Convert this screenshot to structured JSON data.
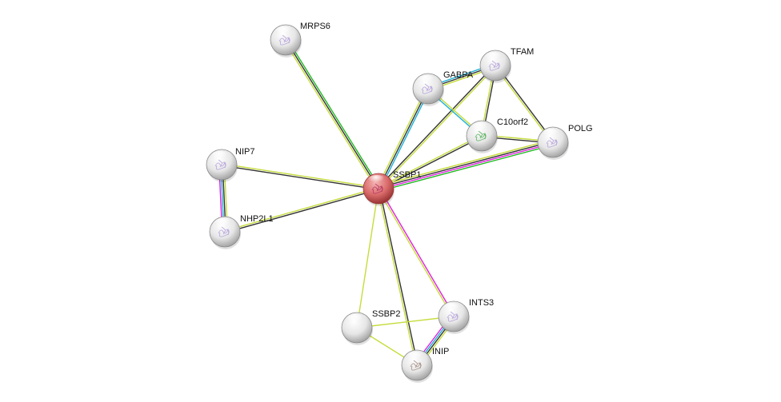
{
  "diagram": {
    "type": "protein-interaction-network",
    "query_node": "SSBP1",
    "nodes": [
      {
        "id": "SSBP1",
        "label": "SSBP1",
        "query": true,
        "structure_color": "#b03060"
      },
      {
        "id": "MRPS6",
        "label": "MRPS6",
        "query": false,
        "structure_color": "#b39ddb"
      },
      {
        "id": "GABPA",
        "label": "GABPA",
        "query": false,
        "structure_color": "#b39ddb"
      },
      {
        "id": "TFAM",
        "label": "TFAM",
        "query": false,
        "structure_color": "#b39ddb"
      },
      {
        "id": "C10orf2",
        "label": "C10orf2",
        "query": false,
        "structure_color": "#4caf50"
      },
      {
        "id": "POLG",
        "label": "POLG",
        "query": false,
        "structure_color": "#b39ddb"
      },
      {
        "id": "NIP7",
        "label": "NIP7",
        "query": false,
        "structure_color": "#b39ddb"
      },
      {
        "id": "NHP2L1",
        "label": "NHP2L1",
        "query": false,
        "structure_color": "#b39ddb"
      },
      {
        "id": "SSBP2",
        "label": "SSBP2",
        "query": false,
        "structure_color": null
      },
      {
        "id": "INTS3",
        "label": "INTS3",
        "query": false,
        "structure_color": "#b39ddb"
      },
      {
        "id": "INIP",
        "label": "INIP",
        "query": false,
        "structure_color": "#a1887f"
      }
    ],
    "evidence_colors": {
      "textmining": "#c6dc3c",
      "coexpression": "#333333",
      "database": "#1fb1d6",
      "experiments": "#e020e0",
      "neighborhood": "#22bb22"
    },
    "edges": [
      {
        "source": "SSBP1",
        "target": "MRPS6",
        "evidence": [
          "textmining",
          "coexpression",
          "neighborhood"
        ]
      },
      {
        "source": "SSBP1",
        "target": "GABPA",
        "evidence": [
          "textmining",
          "coexpression",
          "database"
        ]
      },
      {
        "source": "SSBP1",
        "target": "TFAM",
        "evidence": [
          "coexpression",
          "textmining"
        ]
      },
      {
        "source": "SSBP1",
        "target": "C10orf2",
        "evidence": [
          "textmining",
          "coexpression"
        ]
      },
      {
        "source": "SSBP1",
        "target": "POLG",
        "evidence": [
          "textmining",
          "coexpression",
          "experiments",
          "neighborhood"
        ]
      },
      {
        "source": "SSBP1",
        "target": "NIP7",
        "evidence": [
          "coexpression",
          "textmining"
        ]
      },
      {
        "source": "SSBP1",
        "target": "NHP2L1",
        "evidence": [
          "coexpression",
          "textmining"
        ]
      },
      {
        "source": "SSBP1",
        "target": "SSBP2",
        "evidence": [
          "textmining"
        ]
      },
      {
        "source": "SSBP1",
        "target": "INIP",
        "evidence": [
          "coexpression",
          "textmining"
        ]
      },
      {
        "source": "SSBP1",
        "target": "INTS3",
        "evidence": [
          "experiments",
          "textmining"
        ]
      },
      {
        "source": "GABPA",
        "target": "TFAM",
        "evidence": [
          "database",
          "coexpression",
          "textmining"
        ]
      },
      {
        "source": "GABPA",
        "target": "C10orf2",
        "evidence": [
          "textmining",
          "database"
        ]
      },
      {
        "source": "TFAM",
        "target": "C10orf2",
        "evidence": [
          "coexpression",
          "textmining"
        ]
      },
      {
        "source": "TFAM",
        "target": "POLG",
        "evidence": [
          "coexpression",
          "textmining"
        ]
      },
      {
        "source": "C10orf2",
        "target": "POLG",
        "evidence": [
          "textmining",
          "coexpression"
        ]
      },
      {
        "source": "NIP7",
        "target": "NHP2L1",
        "evidence": [
          "textmining",
          "coexpression",
          "database",
          "experiments"
        ]
      },
      {
        "source": "SSBP2",
        "target": "INTS3",
        "evidence": [
          "textmining"
        ]
      },
      {
        "source": "SSBP2",
        "target": "INIP",
        "evidence": [
          "textmining"
        ]
      },
      {
        "source": "INTS3",
        "target": "INIP",
        "evidence": [
          "textmining",
          "coexpression",
          "database",
          "experiments"
        ]
      }
    ]
  }
}
